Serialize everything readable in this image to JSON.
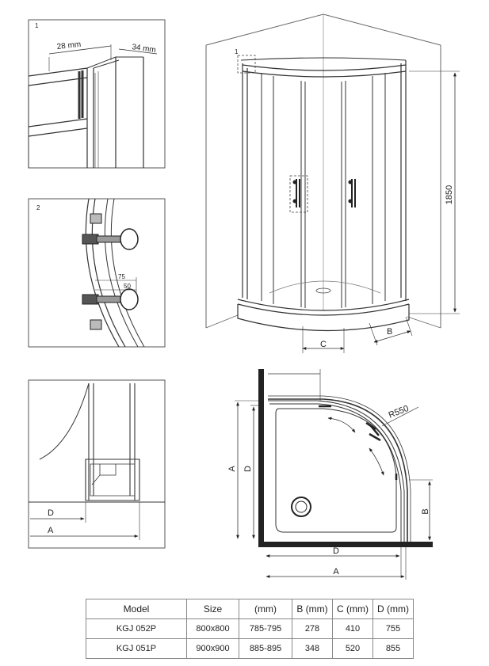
{
  "detail1": {
    "number": "1",
    "dim_a": "28 mm",
    "dim_b": "34 mm"
  },
  "detail2": {
    "number": "2",
    "dim_a": "75",
    "dim_b": "50"
  },
  "detail3": {
    "dim_d": "D",
    "dim_a": "A"
  },
  "elevation": {
    "callout": "1",
    "height": "1850",
    "dim_c": "C",
    "dim_b": "B"
  },
  "plan": {
    "radius": "R550",
    "dim_a": "A",
    "dim_d": "D",
    "dim_b": "B"
  },
  "table": {
    "headers": [
      "Model",
      "Size",
      "(mm)",
      "B (mm)",
      "C (mm)",
      "D (mm)"
    ],
    "rows": [
      [
        "KGJ 052P",
        "800x800",
        "785-795",
        "278",
        "410",
        "755"
      ],
      [
        "KGJ 051P",
        "900x900",
        "885-895",
        "348",
        "520",
        "855"
      ]
    ]
  }
}
